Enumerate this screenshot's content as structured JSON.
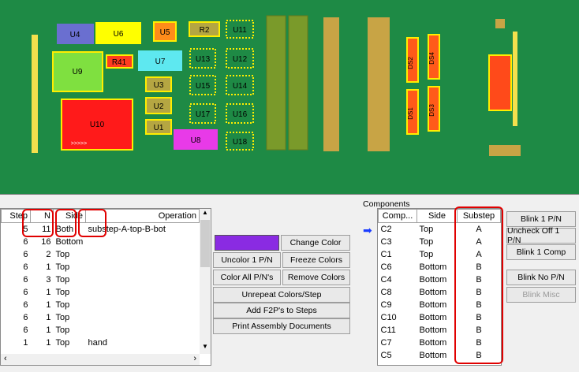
{
  "board": {
    "components": [
      {
        "label": "U4"
      },
      {
        "label": "U6"
      },
      {
        "label": "U5"
      },
      {
        "label": "R2"
      },
      {
        "label": "U11"
      },
      {
        "label": "U9"
      },
      {
        "label": "R41"
      },
      {
        "label": "U7"
      },
      {
        "label": "U13"
      },
      {
        "label": "U12"
      },
      {
        "label": "U3"
      },
      {
        "label": "U15"
      },
      {
        "label": "U14"
      },
      {
        "label": "U2"
      },
      {
        "label": "U17"
      },
      {
        "label": "U16"
      },
      {
        "label": "U10"
      },
      {
        "label": "U1"
      },
      {
        "label": "U8"
      },
      {
        "label": "U18"
      },
      {
        "label": "DS2"
      },
      {
        "label": "DS4"
      },
      {
        "label": "DS1"
      },
      {
        "label": "DS3"
      },
      {
        "label": ">>>>>"
      }
    ]
  },
  "steps_table": {
    "headers": {
      "step": "Step",
      "n": "N",
      "side": "Side",
      "operation": "Operation"
    },
    "rows": [
      {
        "step": "5",
        "n": "11",
        "side": "Both",
        "operation": "substep-A-top-B-bot"
      },
      {
        "step": "6",
        "n": "16",
        "side": "Bottom",
        "operation": ""
      },
      {
        "step": "6",
        "n": "2",
        "side": "Top",
        "operation": ""
      },
      {
        "step": "6",
        "n": "1",
        "side": "Top",
        "operation": ""
      },
      {
        "step": "6",
        "n": "3",
        "side": "Top",
        "operation": ""
      },
      {
        "step": "6",
        "n": "1",
        "side": "Top",
        "operation": ""
      },
      {
        "step": "6",
        "n": "1",
        "side": "Top",
        "operation": ""
      },
      {
        "step": "6",
        "n": "1",
        "side": "Top",
        "operation": ""
      },
      {
        "step": "6",
        "n": "1",
        "side": "Top",
        "operation": ""
      },
      {
        "step": "1",
        "n": "1",
        "side": "Top",
        "operation": "hand"
      }
    ],
    "scroll_up": "▲",
    "scroll_down": "▼",
    "scroll_left": "‹",
    "scroll_right": "›"
  },
  "color_controls": {
    "swatch_color": "#8a2be2",
    "change_colors": "Change Color",
    "uncolor_1_pn": "Uncolor 1 P/N",
    "freeze_colors": "Freeze Colors",
    "color_all_pns": "Color All P/N's",
    "remove_colors": "Remove Colors",
    "unrepeat_colors_step": "Unrepeat Colors/Step",
    "add_f2ps": "Add F2P's to Steps",
    "print_docs": "Print Assembly Documents"
  },
  "components_panel": {
    "title": "Components",
    "headers": {
      "comp": "Comp...",
      "side": "Side",
      "substep": "Substep"
    },
    "rows": [
      {
        "comp": "C2",
        "side": "Top",
        "substep": "A"
      },
      {
        "comp": "C3",
        "side": "Top",
        "substep": "A"
      },
      {
        "comp": "C1",
        "side": "Top",
        "substep": "A"
      },
      {
        "comp": "C6",
        "side": "Bottom",
        "substep": "B"
      },
      {
        "comp": "C4",
        "side": "Bottom",
        "substep": "B"
      },
      {
        "comp": "C8",
        "side": "Bottom",
        "substep": "B"
      },
      {
        "comp": "C9",
        "side": "Bottom",
        "substep": "B"
      },
      {
        "comp": "C10",
        "side": "Bottom",
        "substep": "B"
      },
      {
        "comp": "C11",
        "side": "Bottom",
        "substep": "B"
      },
      {
        "comp": "C7",
        "side": "Bottom",
        "substep": "B"
      },
      {
        "comp": "C5",
        "side": "Bottom",
        "substep": "B"
      }
    ],
    "current_row_arrow": "➡"
  },
  "right_buttons": {
    "blink_1_pn": "Blink 1 P/N",
    "uncheck_off_1_pn": "Uncheck Off 1 P/N",
    "blink_1_comp": "Blink 1 Comp",
    "blink_no_pn": "Blink No P/N",
    "blink_misc": "Blink Misc"
  },
  "colors": {
    "board_green": "#1e8a45",
    "highlight_red": "#e00000",
    "selection_arrow": "#1a3cff"
  }
}
